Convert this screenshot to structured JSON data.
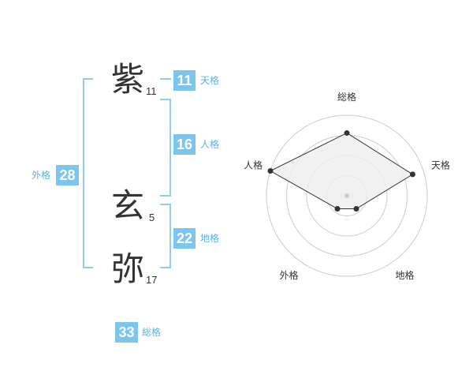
{
  "name": {
    "chars": [
      {
        "char": "紫",
        "strokes": "11"
      },
      {
        "char": "玄",
        "strokes": "5"
      },
      {
        "char": "弥",
        "strokes": "17"
      }
    ]
  },
  "kakusu": {
    "tenkaku": {
      "value": "11",
      "label": "天格"
    },
    "jinkaku": {
      "value": "16",
      "label": "人格"
    },
    "chikaku": {
      "value": "22",
      "label": "地格"
    },
    "gaikaku": {
      "value": "28",
      "label": "外格"
    },
    "soukaku": {
      "value": "33",
      "label": "総格"
    }
  },
  "chart_data": {
    "type": "radar",
    "axes": [
      "総格",
      "天格",
      "地格",
      "外格",
      "人格"
    ],
    "values": [
      0.78,
      0.86,
      0.2,
      0.2,
      1.0
    ],
    "rings": 4,
    "colors": {
      "fill": "#eeeeee",
      "stroke": "#333333",
      "grid": "#cccccc",
      "center": "#cccccc"
    }
  }
}
